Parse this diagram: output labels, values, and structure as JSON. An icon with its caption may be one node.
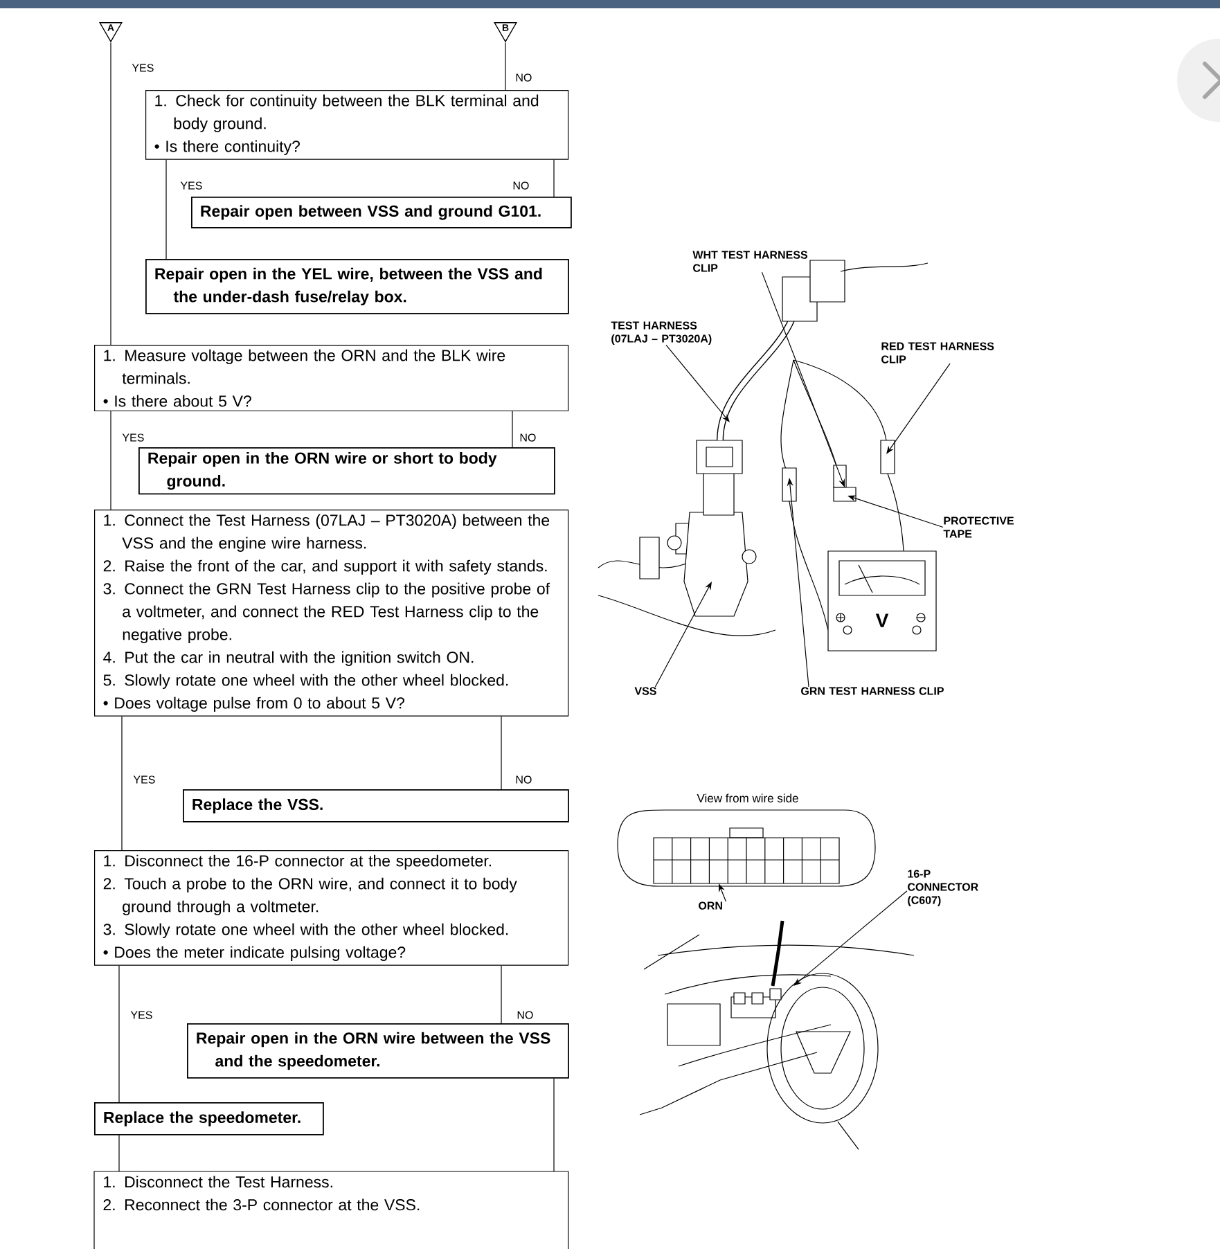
{
  "diagram": {
    "nodes": [
      {
        "text": [
          "A"
        ]
      },
      {
        "text": [
          "B"
        ]
      },
      {
        "text": [
          "1. Check for continuity between the BLK terminal and body ground.",
          "• Is there continuity?"
        ]
      },
      {
        "text": [
          "Repair open between VSS and ground G101."
        ]
      },
      {
        "text": [
          "Repair open in the YEL wire, between the VSS and the under-dash fuse/relay box."
        ]
      },
      {
        "text": [
          "1. Measure voltage between the ORN and the BLK wire terminals.",
          "• Is there about 5 V?"
        ]
      },
      {
        "text": [
          "Repair open in the ORN wire or short to body ground."
        ]
      },
      {
        "text": [
          "1. Connect the Test Harness (07LAJ – PT3020A) between the VSS and the engine wire harness.",
          "2. Raise the front of the car, and support it with safety stands.",
          "3. Connect the GRN Test Harness clip to the positive probe of a voltmeter, and connect the RED Test Harness clip to the negative probe.",
          "4. Put the car in neutral with the ignition switch ON.",
          "5. Slowly rotate one wheel with the other wheel blocked.",
          "• Does voltage pulse from 0 to about 5 V?"
        ]
      },
      {
        "text": [
          "Replace the VSS."
        ]
      },
      {
        "text": [
          "1. Disconnect the 16-P connector at the speedometer.",
          "2. Touch a probe to the ORN wire, and connect it to body ground through a voltmeter.",
          "3. Slowly rotate one wheel with the other wheel blocked.",
          "• Does the meter indicate pulsing voltage?"
        ]
      },
      {
        "text": [
          "Repair open in the ORN wire between the VSS and the speedometer."
        ]
      },
      {
        "text": [
          "Replace the speedometer."
        ]
      },
      {
        "text": [
          "1. Disconnect the Test Harness.",
          "2. Reconnect the 3-P connector at the VSS."
        ]
      },
      {
        "text": [
          "WHT TEST HARNESS CLIP"
        ]
      },
      {
        "text": [
          "TEST HARNESS (07LAJ – PT3020A)"
        ]
      },
      {
        "text": [
          "RED TEST HARNESS CLIP"
        ]
      },
      {
        "text": [
          "PROTECTIVE TAPE"
        ]
      },
      {
        "text": [
          "VSS"
        ]
      },
      {
        "text": [
          "GRN TEST HARNESS CLIP"
        ]
      },
      {
        "text": [
          "ORN"
        ]
      },
      {
        "text": [
          "16-P CONNECTOR (C607)"
        ]
      }
    ],
    "edges": [
      {
        "from": 0,
        "to": 5,
        "arrow": "none",
        "label": "YES"
      },
      {
        "from": 1,
        "to": 2,
        "arrow": "none",
        "label": "NO"
      },
      {
        "from": 2,
        "to": 4,
        "arrow": "none",
        "label": "YES"
      },
      {
        "from": 2,
        "to": 3,
        "arrow": "none",
        "label": "NO"
      },
      {
        "from": 5,
        "to": 7,
        "arrow": "none",
        "label": "YES"
      },
      {
        "from": 5,
        "to": 6,
        "arrow": "none",
        "label": "NO"
      },
      {
        "from": 7,
        "to": 9,
        "arrow": "none",
        "label": "YES"
      },
      {
        "from": 7,
        "to": 8,
        "arrow": "none",
        "label": "NO"
      },
      {
        "from": 9,
        "to": 11,
        "arrow": "none",
        "label": "YES"
      },
      {
        "from": 9,
        "to": 10,
        "arrow": "none",
        "label": "NO"
      },
      {
        "from": 11,
        "to": 12,
        "arrow": "none"
      },
      {
        "from": 10,
        "to": 12,
        "arrow": "none"
      },
      {
        "from": 13,
        "to": null,
        "arrow": "to"
      },
      {
        "from": 14,
        "to": null,
        "arrow": "to"
      },
      {
        "from": 15,
        "to": null,
        "arrow": "to"
      },
      {
        "from": 16,
        "to": null,
        "arrow": "to"
      },
      {
        "from": 17,
        "to": null,
        "arrow": "to"
      },
      {
        "from": 18,
        "to": null,
        "arrow": "to"
      },
      {
        "from": 19,
        "to": null,
        "arrow": "to"
      },
      {
        "from": 20,
        "to": null,
        "arrow": "to"
      }
    ],
    "labels": [
      "V",
      "View from wire side"
    ]
  }
}
